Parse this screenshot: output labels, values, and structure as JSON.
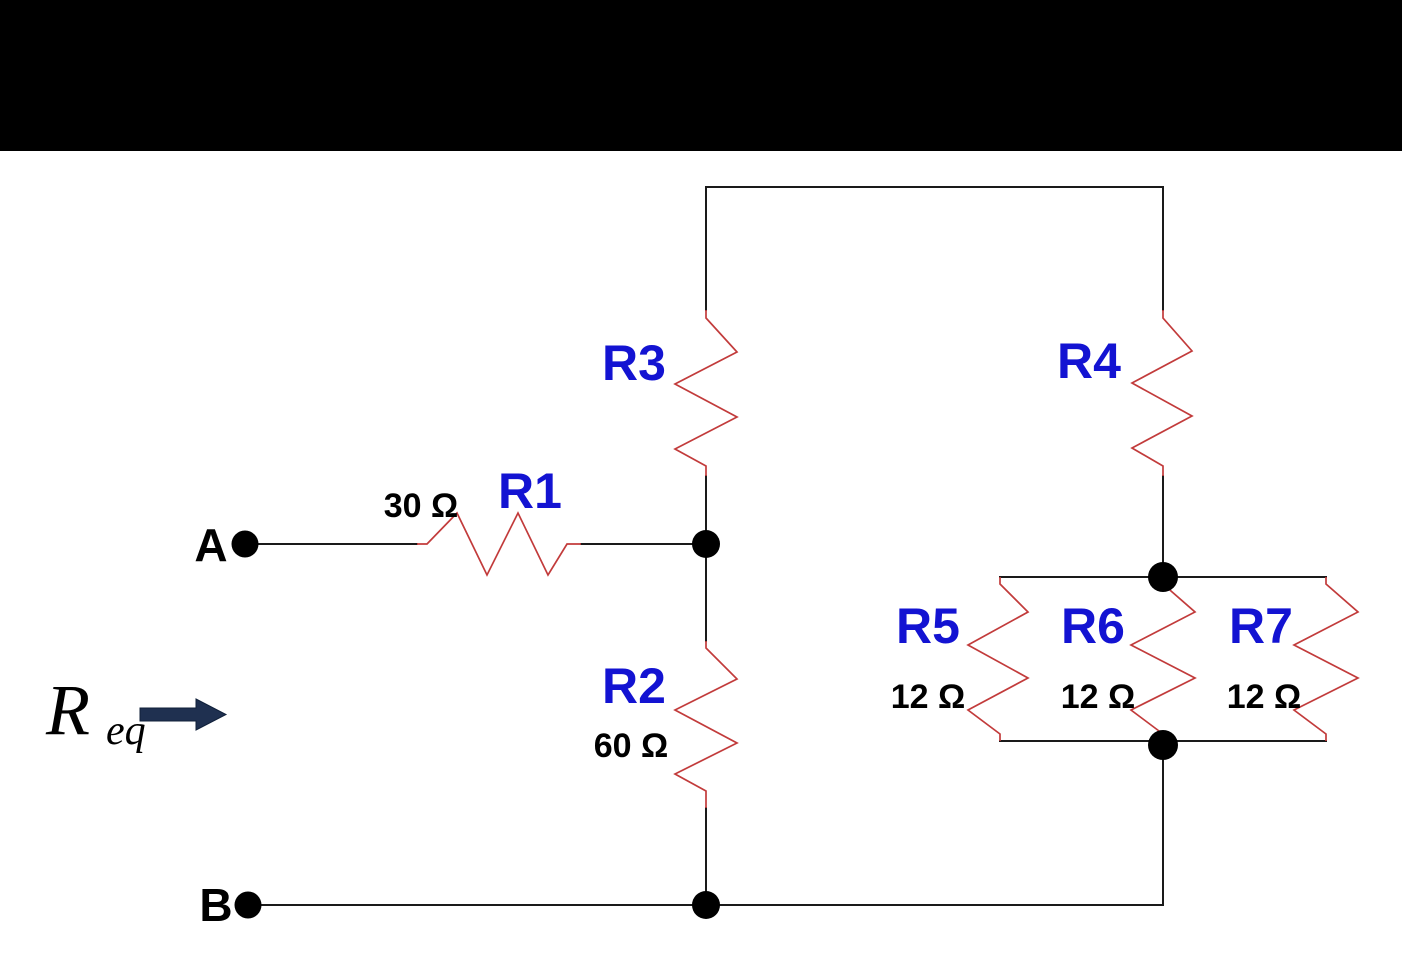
{
  "colors": {
    "label_blue": "#1313d2",
    "resistor_red": "#c23b3b",
    "wire_black": "#1a1a1a",
    "node_black": "#000000",
    "arrow_navy": "#1f3050",
    "top_bar_black": "#000000"
  },
  "circuit": {
    "terminal_a": "A",
    "terminal_b": "B",
    "req_symbol": "R",
    "req_subscript": "eq",
    "resistors": {
      "r1": {
        "name": "R1",
        "value": "30 Ω"
      },
      "r2": {
        "name": "R2",
        "value": "60 Ω"
      },
      "r3": {
        "name": "R3"
      },
      "r4": {
        "name": "R4"
      },
      "r5": {
        "name": "R5",
        "value": "12 Ω"
      },
      "r6": {
        "name": "R6",
        "value": "12 Ω"
      },
      "r7": {
        "name": "R7",
        "value": "12 Ω"
      }
    }
  }
}
